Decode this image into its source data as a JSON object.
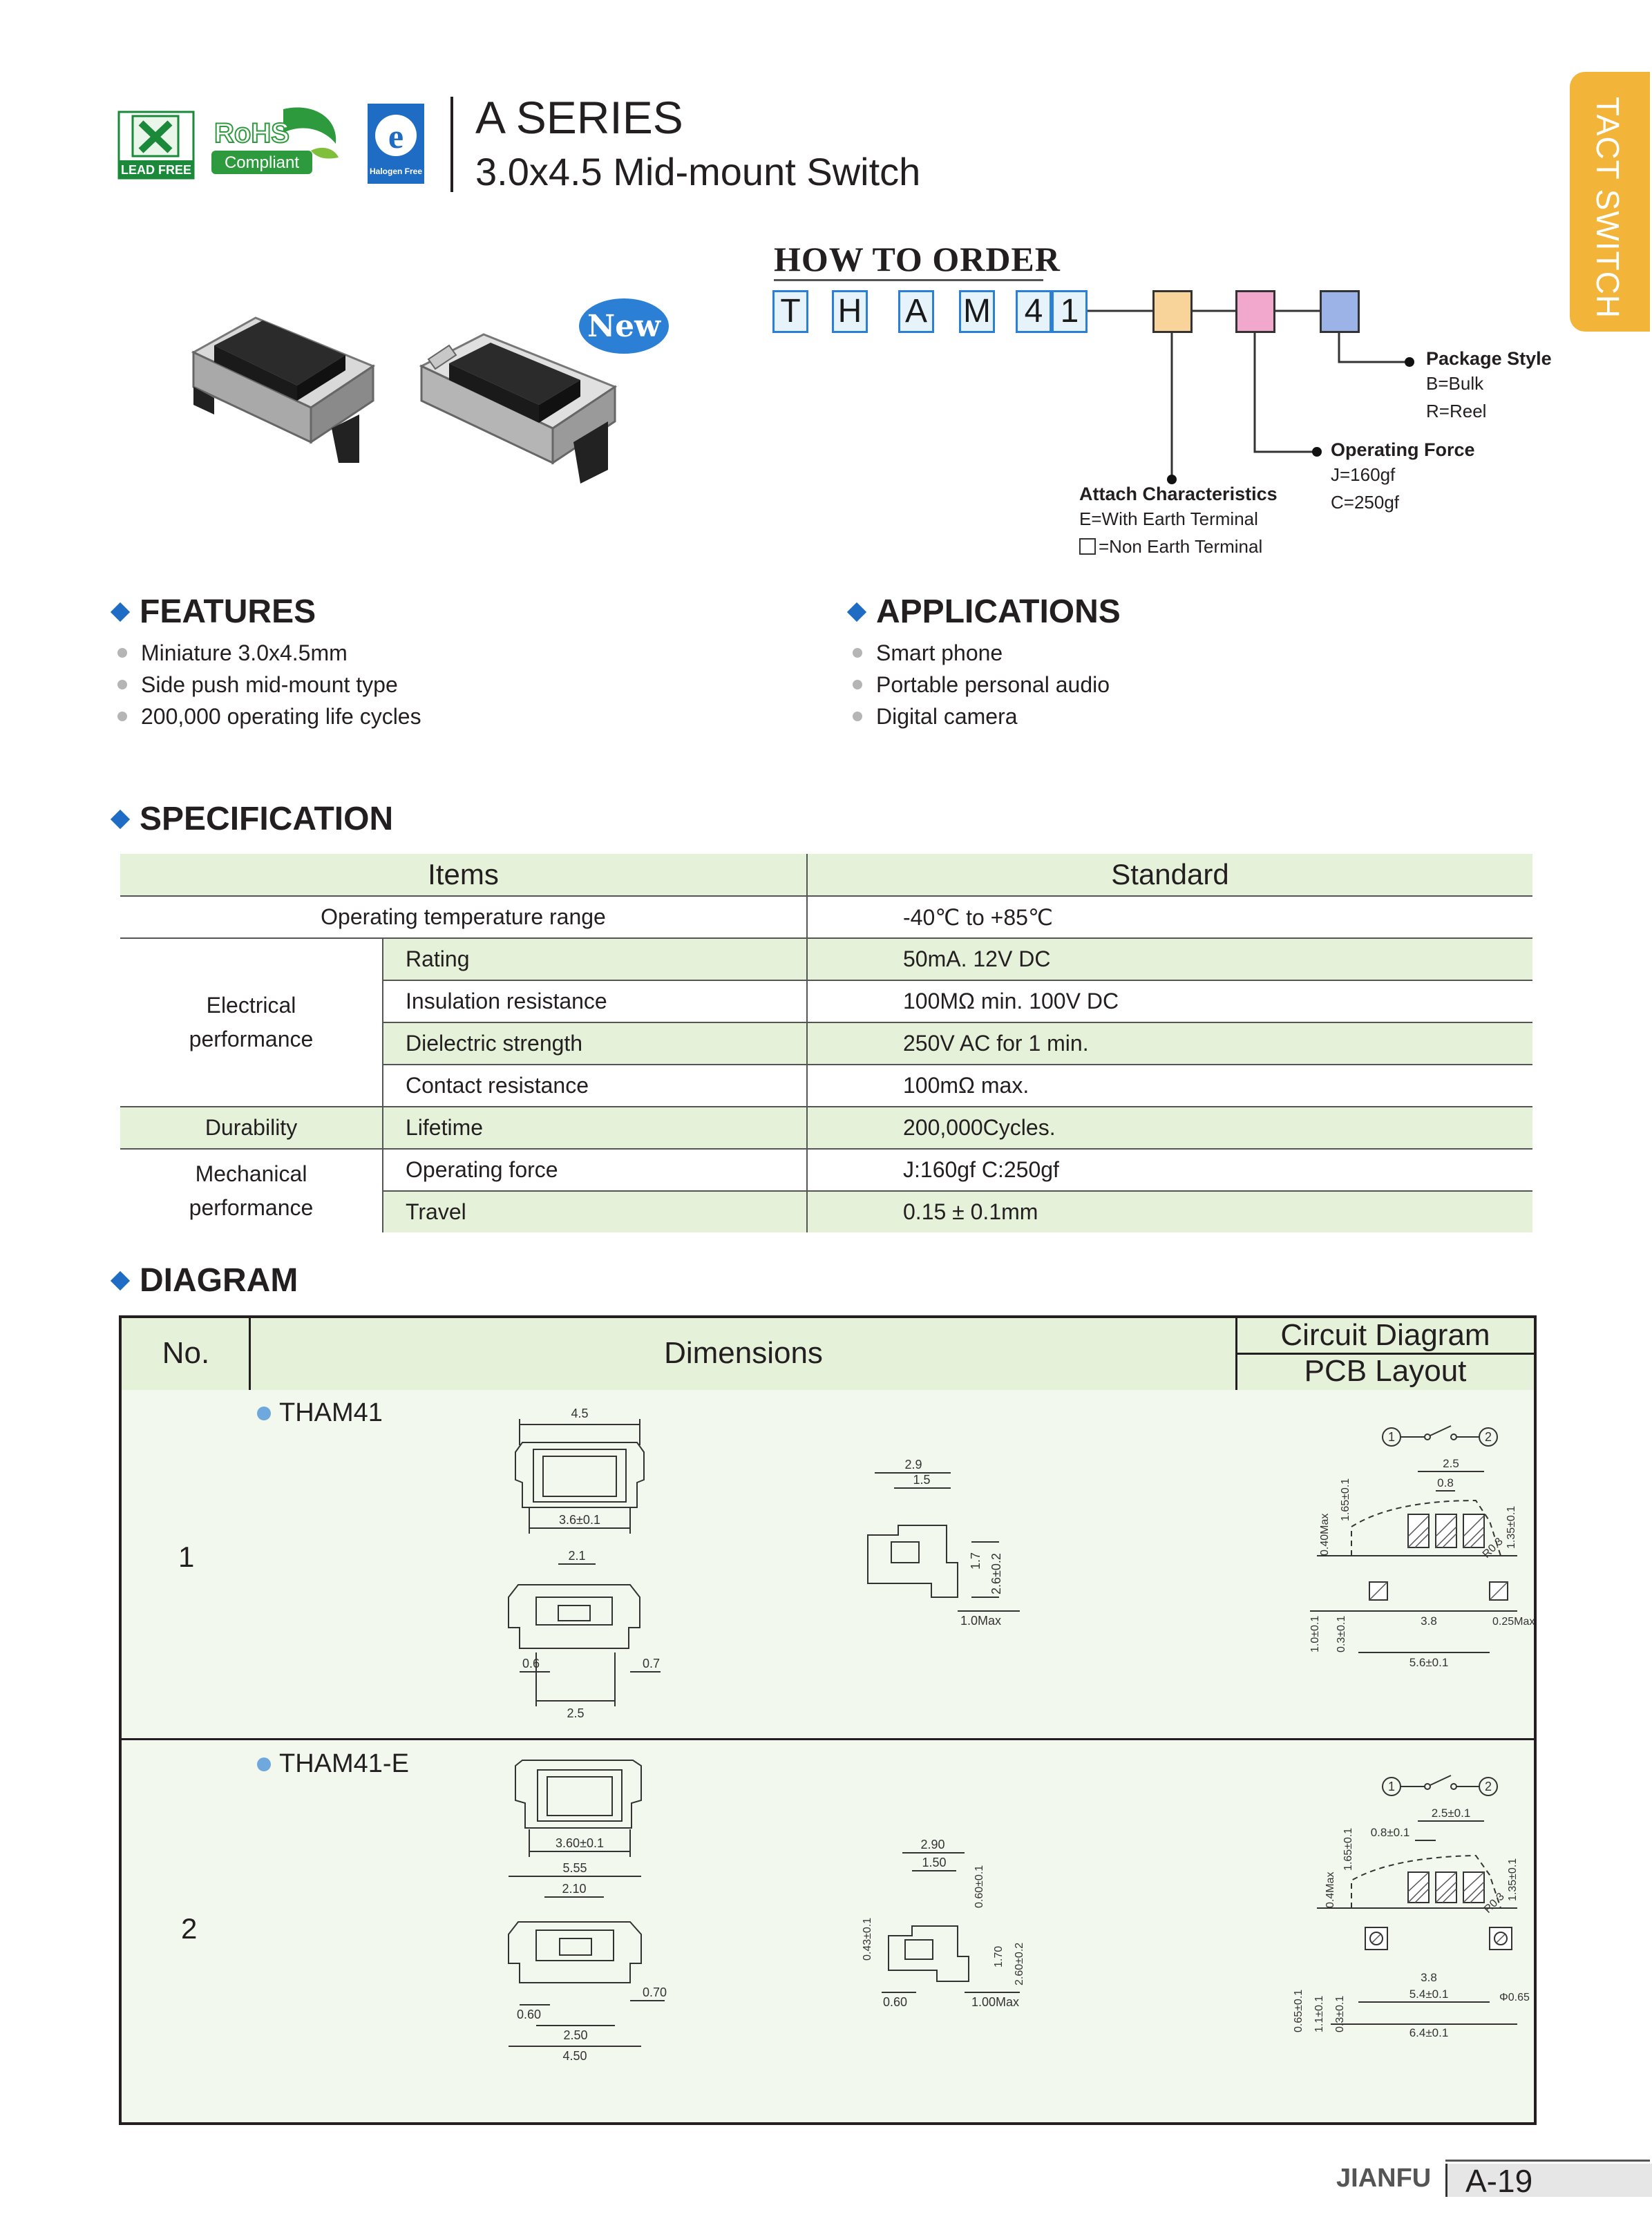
{
  "header": {
    "logos": [
      {
        "name": "lead-free",
        "text": "LEAD FREE",
        "color": "#1a8a3a"
      },
      {
        "name": "rohs",
        "text_top": "RoHS",
        "text_bottom": "Compliant",
        "color": "#2e9a3e"
      },
      {
        "name": "halogen-free",
        "text": "Halogen Free",
        "color": "#1e6cc4"
      }
    ],
    "series": "A SERIES",
    "subtitle": "3.0x4.5 Mid-mount Switch",
    "side_tab": "TACT SWITCH",
    "badge": "New"
  },
  "how_to_order": {
    "title": "HOW TO ORDER",
    "code": [
      "T",
      "H",
      "A",
      "M",
      "4",
      "1"
    ],
    "package_style": {
      "label": "Package Style",
      "options": [
        "B=Bulk",
        "R=Reel"
      ],
      "box_color": "#9bb3e6"
    },
    "operating_force": {
      "label": "Operating Force",
      "options": [
        "J=160gf",
        "C=250gf"
      ],
      "box_color": "#f2a8cc"
    },
    "attach": {
      "label": "Attach Characteristics",
      "options": [
        "E=With Earth Terminal",
        "=Non Earth Terminal"
      ],
      "box_color": "#f9d49a"
    }
  },
  "features": {
    "title": "FEATURES",
    "items": [
      "Miniature 3.0x4.5mm",
      "Side push mid-mount type",
      "200,000 operating life cycles"
    ]
  },
  "applications": {
    "title": "APPLICATIONS",
    "items": [
      "Smart phone",
      "Portable personal audio",
      "Digital camera"
    ]
  },
  "specification": {
    "title": "SPECIFICATION",
    "headers": [
      "Items",
      "Standard"
    ],
    "rows": [
      {
        "group": "Operating temperature range",
        "item": "",
        "value": "-40℃ to +85℃"
      },
      {
        "group": "Electrical performance",
        "item": "Rating",
        "value": "50mA. 12V DC"
      },
      {
        "group": "",
        "item": "Insulation resistance",
        "value": "100MΩ min. 100V DC"
      },
      {
        "group": "",
        "item": "Dielectric strength",
        "value": "250V AC for 1 min."
      },
      {
        "group": "",
        "item": "Contact resistance",
        "value": "100mΩ max."
      },
      {
        "group": "Durability",
        "item": "Lifetime",
        "value": "200,000Cycles."
      },
      {
        "group": "Mechanical performance",
        "item": "Operating force",
        "value": "J:160gf   C:250gf"
      },
      {
        "group": "",
        "item": "Travel",
        "value": "0.15 ± 0.1mm"
      }
    ],
    "group_labels": {
      "electrical_1": "Electrical",
      "electrical_2": "performance",
      "mechanical_1": "Mechanical",
      "mechanical_2": "performance"
    }
  },
  "diagram": {
    "title": "DIAGRAM",
    "headers": {
      "no": "No.",
      "dimensions": "Dimensions",
      "circuit": "Circuit Diagram",
      "pcb": "PCB Layout"
    },
    "rows": [
      {
        "no": "1",
        "model": "THAM41",
        "dims": {
          "top_w": "4.5",
          "top_inner": "3.6±0.1",
          "front_a": "2.1",
          "front_b": "0.6",
          "front_c": "0.7",
          "front_d": "2.5",
          "side_a": "2.9",
          "side_b": "1.5",
          "side_c": "1.7",
          "side_d": "2.6±0.2",
          "side_e": "1.0Max"
        },
        "pcb": {
          "a": "2.5",
          "b": "0.8",
          "c": "0.40Max",
          "d": "1.65±0.1",
          "e": "1.35±0.1",
          "f": "R0.3",
          "g": "1.0±0.1",
          "h": "0.3±0.1",
          "i": "3.8",
          "j": "0.25Max",
          "k": "5.6±0.1"
        }
      },
      {
        "no": "2",
        "model": "THAM41-E",
        "dims": {
          "top_inner": "3.60±0.1",
          "front_w": "5.55",
          "front_a": "2.10",
          "front_b": "0.60",
          "front_c": "0.70",
          "front_d": "2.50",
          "front_e": "4.50",
          "side_l": "0.43±0.1",
          "side_a": "2.90",
          "side_b": "1.50",
          "side_c": "0.60±0.1",
          "side_d": "1.70",
          "side_e": "2.60±0.2",
          "side_f": "0.60",
          "side_g": "1.00Max"
        },
        "pcb": {
          "a": "2.5±0.1",
          "b": "0.8±0.1",
          "c": "0.4Max",
          "d": "1.65±0.1",
          "e": "1.35±0.1",
          "f": "R0.3",
          "g": "0.65±0.1",
          "h": "1.1±0.1",
          "h2": "0.3±0.1",
          "i": "3.8",
          "j": "Φ0.65",
          "k": "5.4±0.1",
          "l": "6.4±0.1"
        }
      }
    ],
    "circuit_nodes": [
      "1",
      "2"
    ]
  },
  "footer": {
    "brand": "JIANFU",
    "page": "A-19"
  }
}
